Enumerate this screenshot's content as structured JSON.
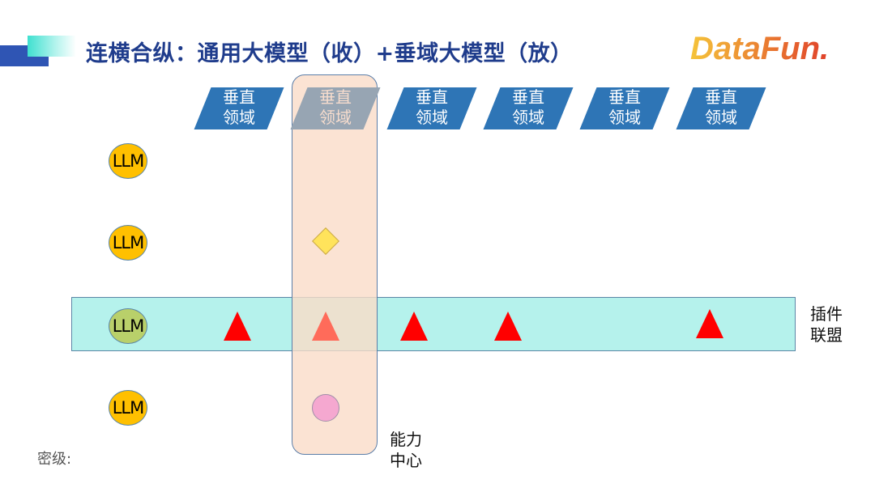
{
  "title": "连横合纵：通用大模型（收）+垂域大模型（放）",
  "logo": "DataFun.",
  "domains": [
    {
      "line1": "垂直",
      "line2": "领域"
    },
    {
      "line1": "垂直",
      "line2": "领域"
    },
    {
      "line1": "垂直",
      "line2": "领域"
    },
    {
      "line1": "垂直",
      "line2": "领域"
    },
    {
      "line1": "垂直",
      "line2": "领域"
    },
    {
      "line1": "垂直",
      "line2": "领域"
    }
  ],
  "llm_nodes": [
    "LLM",
    "LLM",
    "LLM",
    "LLM"
  ],
  "plugin_label": {
    "line1": "插件",
    "line2": "联盟"
  },
  "capability_label": {
    "line1": "能力",
    "line2": "中心"
  },
  "secrecy": "密级:",
  "colors": {
    "title": "#1f3c8c",
    "domain": "#2e75b6",
    "llm": "#ffc000",
    "llm_highlight": "#b9d06a",
    "band": "#b5f2ec",
    "column": "#fadcc8",
    "triangle": "#ff0000"
  }
}
